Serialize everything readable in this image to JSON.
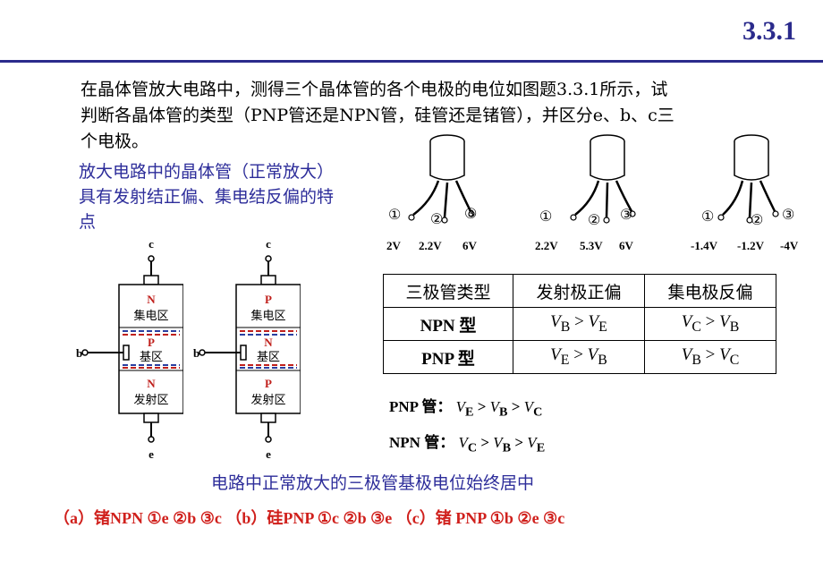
{
  "page_title": "3.3.1",
  "question": {
    "line1": "在晶体管放大电路中，测得三个晶体管的各个电极的电位如图题3.3.1所示，试",
    "line2": "判断各晶体管的类型（PNP管还是NPN管，硅管还是锗管），并区分e、b、c三",
    "line3": "个电极。"
  },
  "note": "放大电路中的晶体管（正常放大）具有发射结正偏、集电结反偏的特点",
  "npn_diagram": {
    "c": "c",
    "b": "b",
    "e": "e",
    "region1_letter": "N",
    "region1_name": "集电区",
    "region2_letter": "P",
    "region2_name": "基区",
    "region3_letter": "N",
    "region3_name": "发射区"
  },
  "pnp_diagram": {
    "c": "c",
    "b": "b",
    "e": "e",
    "region1_letter": "P",
    "region1_name": "集电区",
    "region2_letter": "N",
    "region2_name": "基区",
    "region3_letter": "P",
    "region3_name": "发射区"
  },
  "transistors": [
    {
      "pin1": "①",
      "pin2": "②",
      "pin3": "③",
      "v1": "2V",
      "v2": "2.2V",
      "v3": "6V"
    },
    {
      "pin1": "①",
      "pin2": "②",
      "pin3": "③",
      "v1": "2.2V",
      "v2": "5.3V",
      "v3": "6V"
    },
    {
      "pin1": "①",
      "pin2": "②",
      "pin3": "③",
      "v1": "-1.4V",
      "v2": "-1.2V",
      "v3": "-4V"
    }
  ],
  "table": {
    "headers": [
      "三极管类型",
      "发射极正偏",
      "集电极反偏"
    ],
    "rows": [
      {
        "type": "NPN 型",
        "a1": "V",
        "s1": "B",
        "a2": "V",
        "s2": "E",
        "b1": "V",
        "t1": "C",
        "b2": "V",
        "t2": "B"
      },
      {
        "type": "PNP 型",
        "a1": "V",
        "s1": "E",
        "a2": "V",
        "s2": "B",
        "b1": "V",
        "t1": "B",
        "b2": "V",
        "t2": "C"
      }
    ]
  },
  "pnp_relation": {
    "label": "PNP 管：",
    "v": "V",
    "s1": "E",
    "s2": "B",
    "s3": "C"
  },
  "npn_relation": {
    "label": "NPN 管：",
    "v": "V",
    "s1": "C",
    "s2": "B",
    "s3": "E"
  },
  "conclusion": "电路中正常放大的三极管基极电位始终居中",
  "answer": "（a）锗NPN ①e ②b ③c （b）硅PNP ①c ②b ③e （c）锗 PNP ①b ②e ③c",
  "colors": {
    "title": "#2b2b8c",
    "note": "#2d2d9a",
    "answer": "#d0201c",
    "region_letter": "#c0201c",
    "junction_blue": "#2a3fa0"
  }
}
